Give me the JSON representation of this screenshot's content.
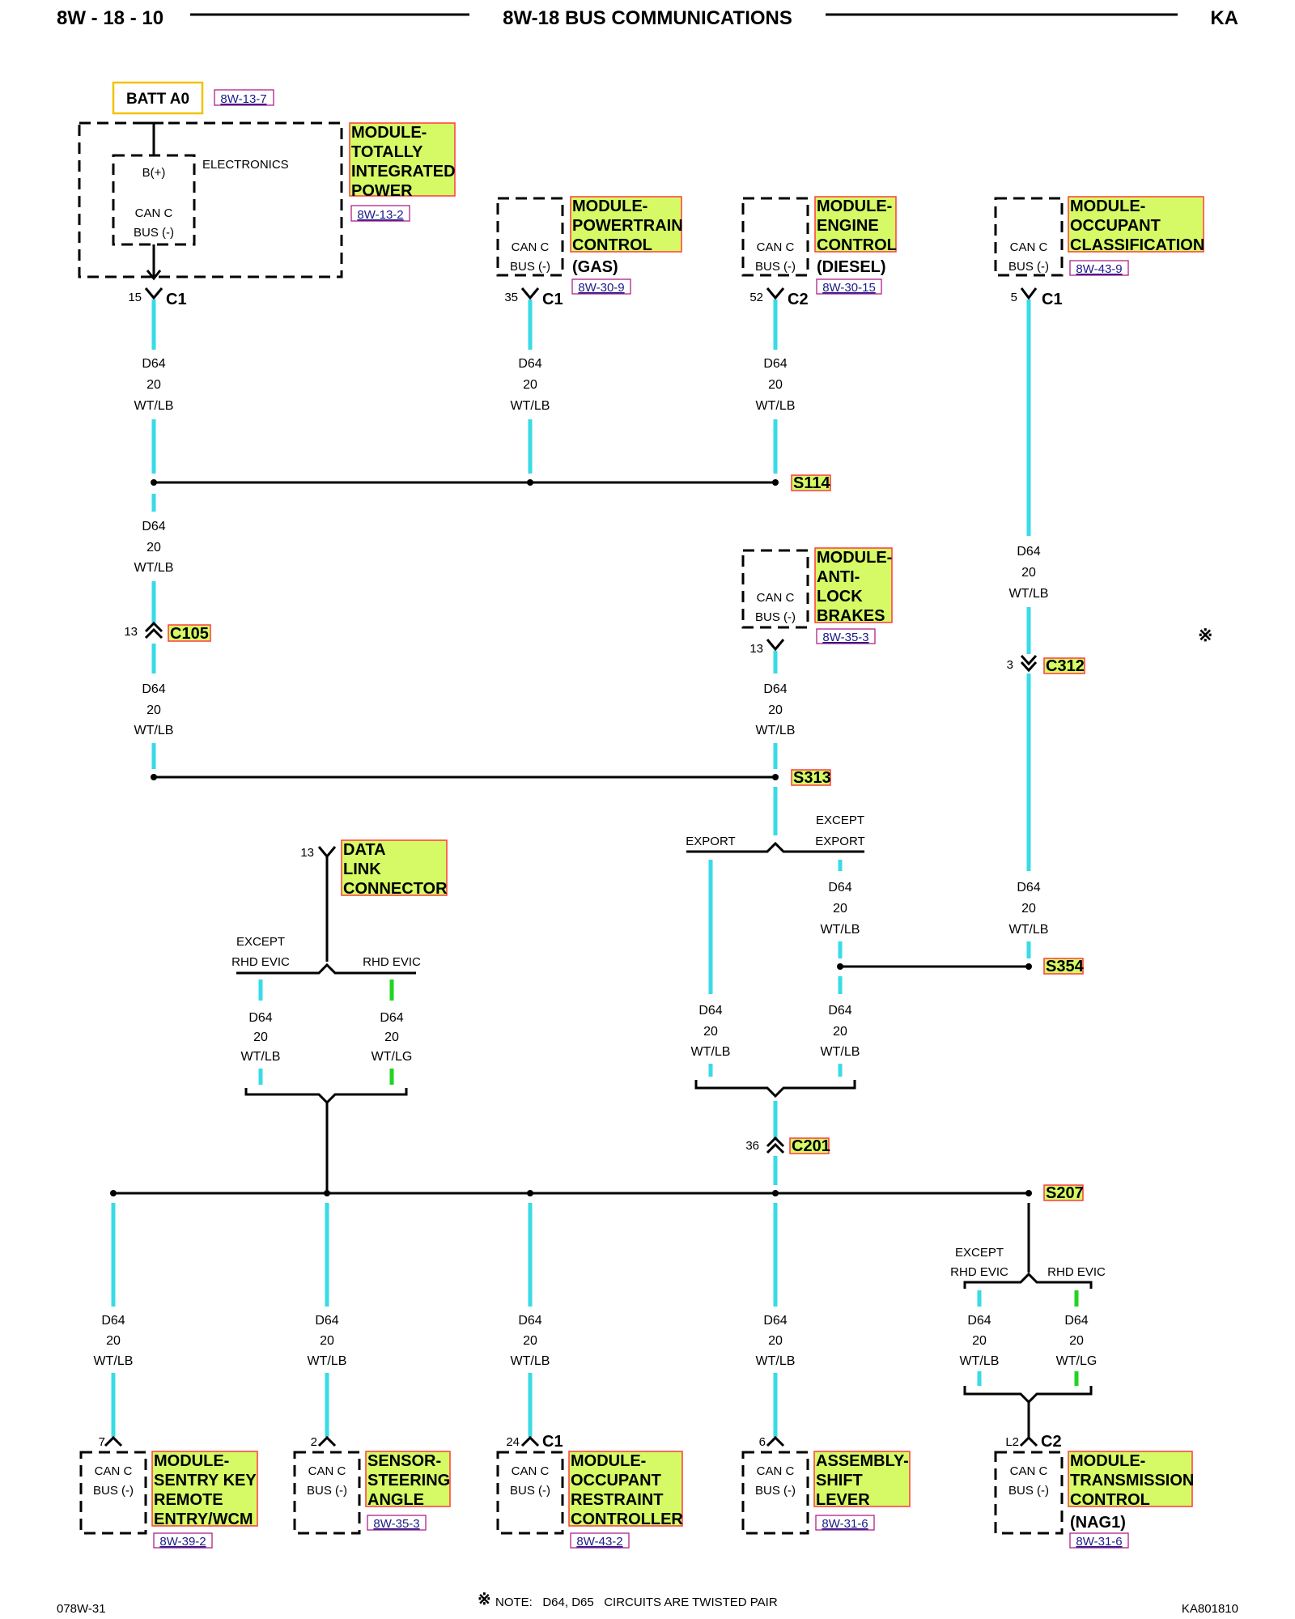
{
  "header": {
    "left": "8W - 18 - 10",
    "center": "8W-18 BUS COMMUNICATIONS",
    "right": "KA"
  },
  "footer": {
    "left": "078W-31",
    "note_symbol": "※",
    "note": "NOTE:   D64, D65   CIRCUITS ARE TWISTED PAIR",
    "right": "KA801810"
  },
  "wire_spec": {
    "circuit": "D64",
    "gauge": "20",
    "color_lb": "WT/LB",
    "color_lg": "WT/LG"
  },
  "labels": {
    "can_c": "CAN C",
    "bus_neg": "BUS (-)",
    "b_plus": "B(+)",
    "electronics": "ELECTRONICS",
    "batt": "BATT A0",
    "except": "EXCEPT",
    "export": "EXPORT",
    "rhd_evic": "RHD EVIC",
    "gas": "(GAS)",
    "diesel": "(DIESEL)",
    "nag1": "(NAG1)",
    "twist": "※"
  },
  "modules": {
    "tipm": {
      "lines": [
        "MODULE-",
        "TOTALLY",
        "INTEGRATED",
        "POWER"
      ],
      "ref": "8W-13-2"
    },
    "batt_ref": "8W-13-7",
    "pcm": {
      "lines": [
        "MODULE-",
        "POWERTRAIN",
        "CONTROL"
      ],
      "ref": "8W-30-9"
    },
    "ecm": {
      "lines": [
        "MODULE-",
        "ENGINE",
        "CONTROL"
      ],
      "ref": "8W-30-15"
    },
    "occ": {
      "lines": [
        "MODULE-",
        "OCCUPANT",
        "CLASSIFICATION"
      ],
      "ref": "8W-43-9"
    },
    "abs": {
      "lines": [
        "MODULE-",
        "ANTI-",
        "LOCK",
        "BRAKES"
      ],
      "ref": "8W-35-3"
    },
    "dlc": {
      "lines": [
        "DATA",
        "LINK",
        "CONNECTOR"
      ]
    },
    "skreem": {
      "lines": [
        "MODULE-",
        "SENTRY KEY",
        "REMOTE",
        "ENTRY/WCM"
      ],
      "ref": "8W-39-2"
    },
    "sas": {
      "lines": [
        "SENSOR-",
        "STEERING",
        "ANGLE"
      ],
      "ref": "8W-35-3"
    },
    "orc": {
      "lines": [
        "MODULE-",
        "OCCUPANT",
        "RESTRAINT",
        "CONTROLLER"
      ],
      "ref": "8W-43-2"
    },
    "shift": {
      "lines": [
        "ASSEMBLY-",
        "SHIFT",
        "LEVER"
      ],
      "ref": "8W-31-6"
    },
    "tcm": {
      "lines": [
        "MODULE-",
        "TRANSMISSION",
        "CONTROL"
      ],
      "ref": "8W-31-6"
    }
  },
  "connectors": {
    "tipm_pin": "15",
    "tipm_conn": "C1",
    "pcm_pin": "35",
    "pcm_conn": "C1",
    "ecm_pin": "52",
    "ecm_conn": "C2",
    "occ_pin": "5",
    "occ_conn": "C1",
    "c105_pin": "13",
    "c105": "C105",
    "abs_pin": "13",
    "c312_pin": "3",
    "c312": "C312",
    "dlc_pin": "13",
    "c201_pin": "36",
    "c201": "C201",
    "skreem_pin": "7",
    "sas_pin": "2",
    "orc_pin": "24",
    "orc_conn": "C1",
    "shift_pin": "6",
    "tcm_pin": "L2",
    "tcm_conn": "C2"
  },
  "splices": {
    "s114": "S114",
    "s313": "S313",
    "s354": "S354",
    "s207": "S207"
  }
}
